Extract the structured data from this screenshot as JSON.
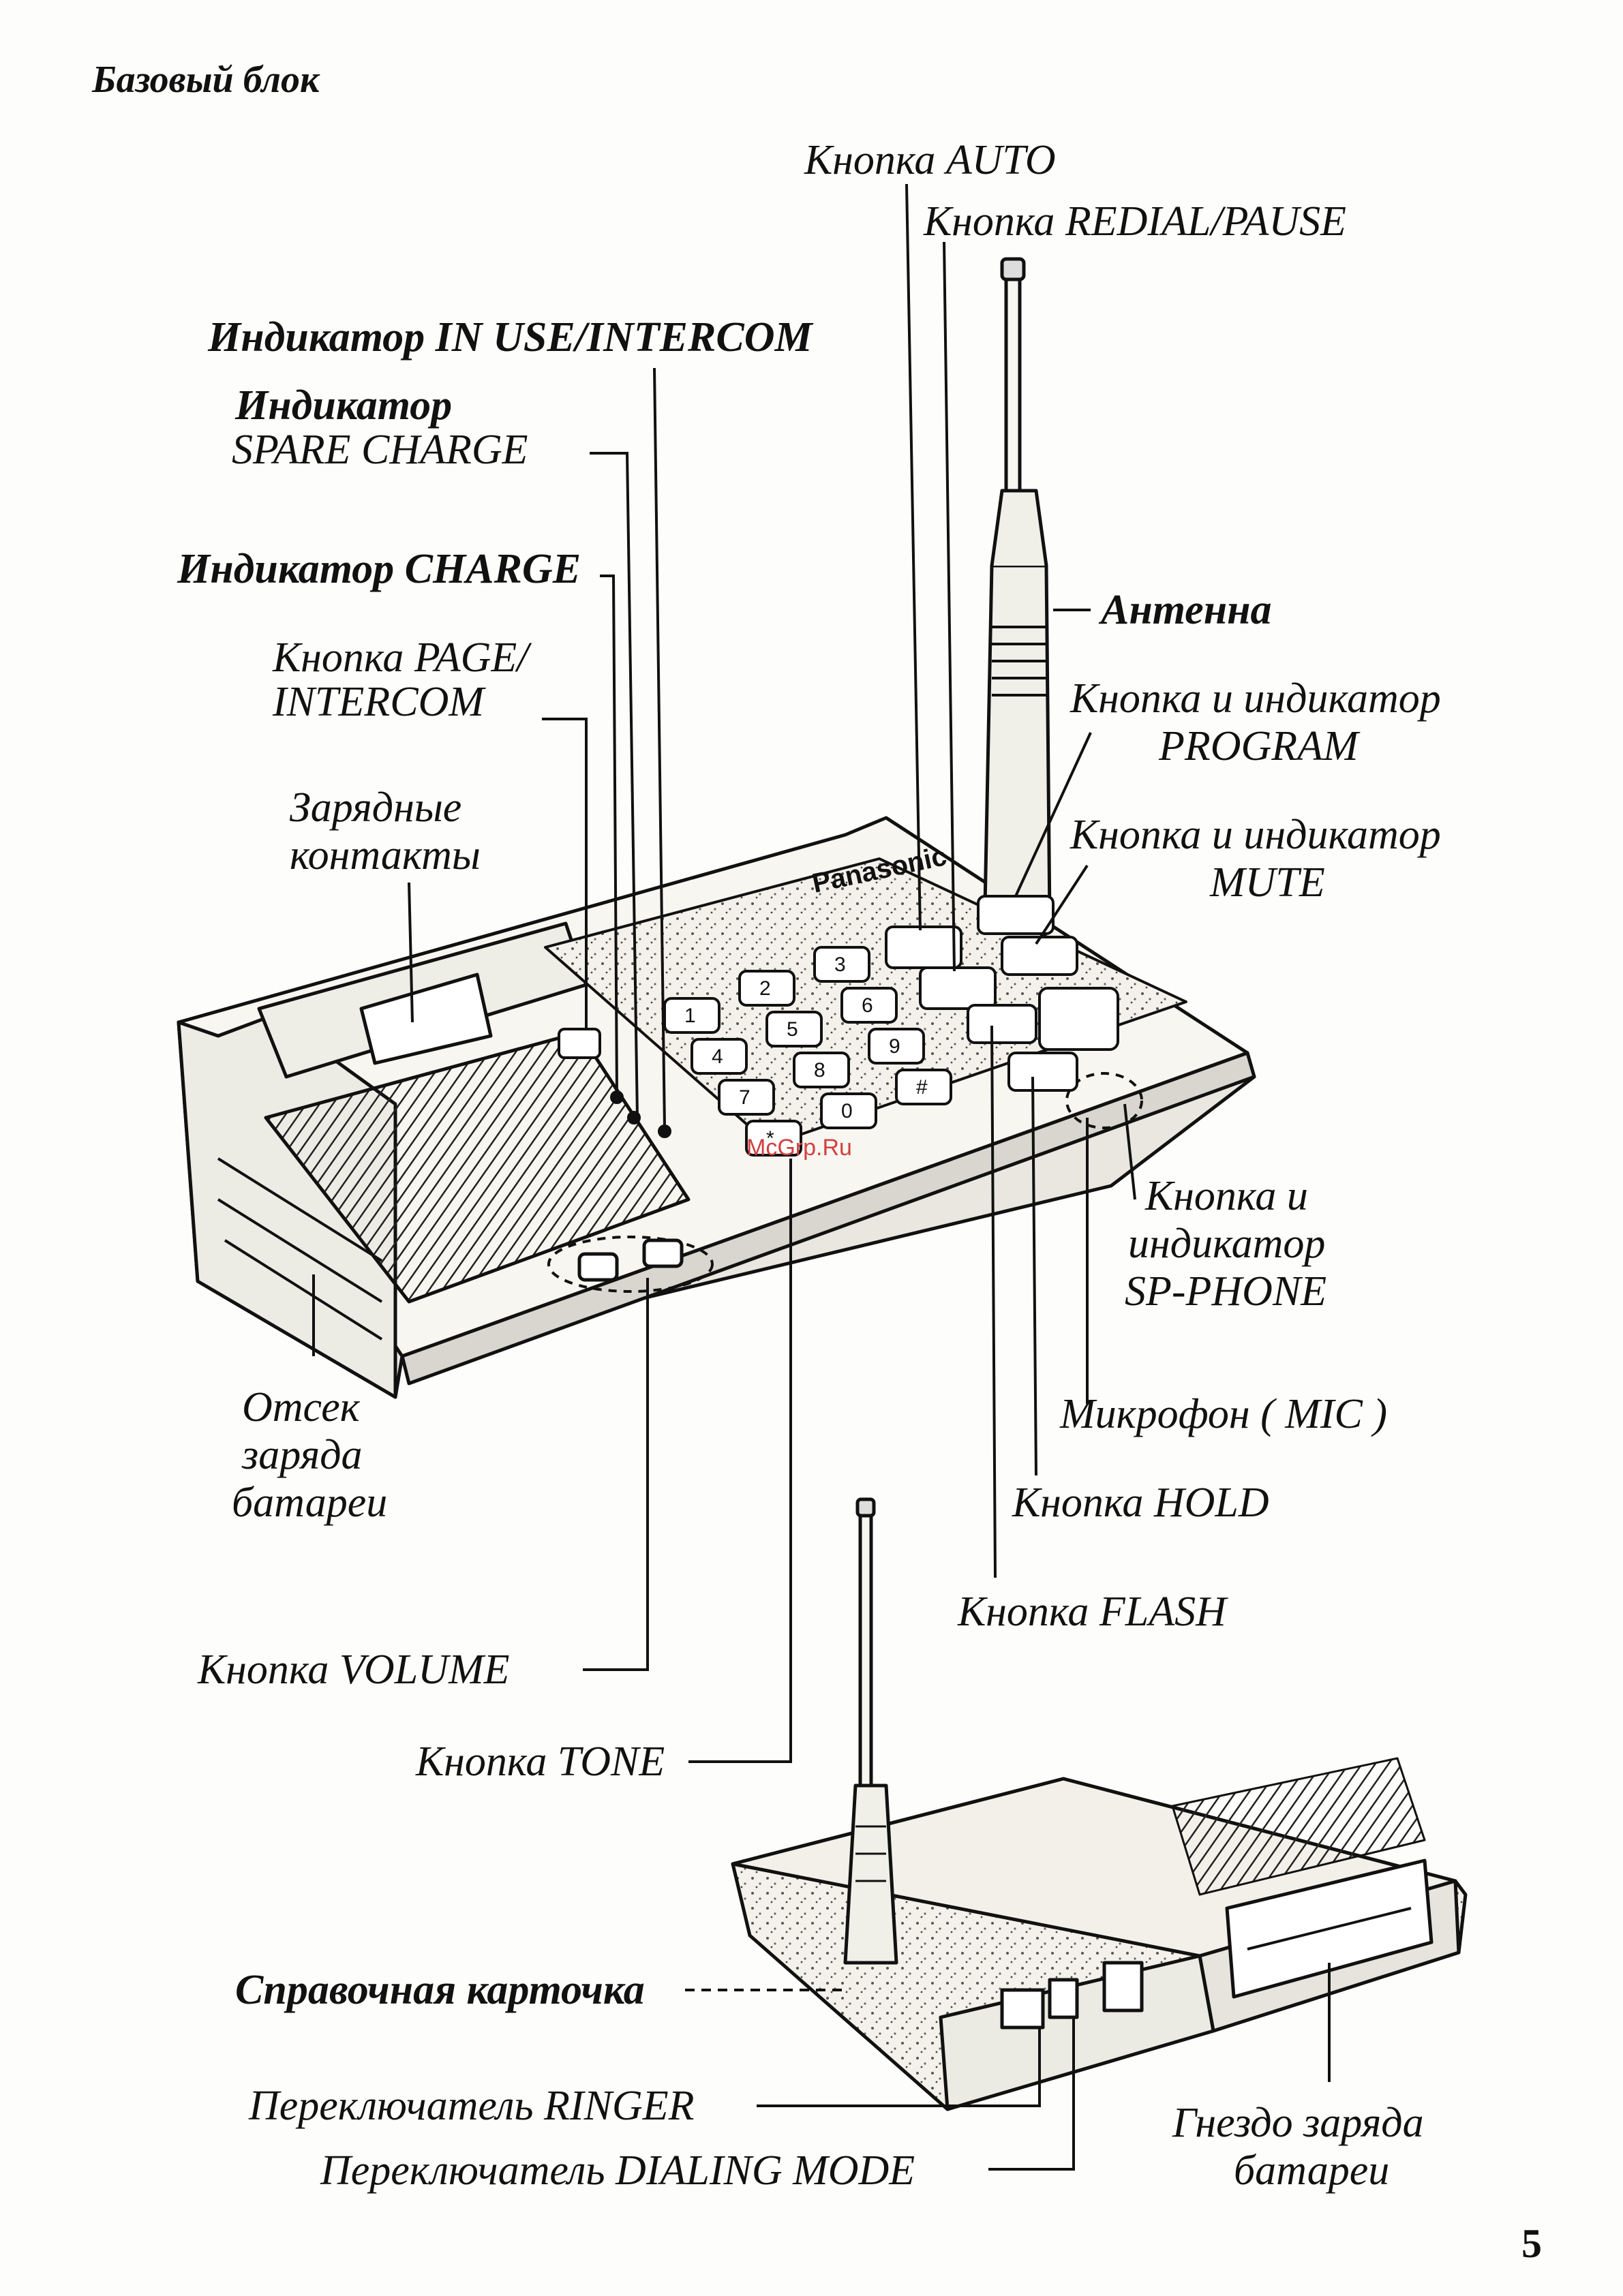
{
  "heading": "Базовый блок",
  "page_number": "5",
  "brand": "Panasonic",
  "watermark": "McGrp.Ru",
  "keypad": [
    "1",
    "2",
    "3",
    "4",
    "5",
    "6",
    "7",
    "8",
    "9",
    "*",
    "0",
    "#"
  ],
  "labels": {
    "auto": "Кнопка AUTO",
    "redial": "Кнопка REDIAL/PAUSE",
    "in_use": "Индикатор IN USE/INTERCOM",
    "spare_charge_1": "Индикатор",
    "spare_charge_2": "SPARE CHARGE",
    "charge": "Индикатор CHARGE",
    "page_1": "Кнопка PAGE/",
    "page_2": "INTERCOM",
    "contacts_1": "Зарядные",
    "contacts_2": "контакты",
    "antenna": "Антенна",
    "program_1": "Кнопка и индикатор",
    "program_2": "PROGRAM",
    "mute_1": "Кнопка и индикатор",
    "mute_2": "MUTE",
    "spphone_1": "Кнопка и",
    "spphone_2": "индикатор",
    "spphone_3": "SP-PHONE",
    "mic": "Микрофон ( MIC )",
    "hold": "Кнопка HOLD",
    "flash": "Кнопка FLASH",
    "bay_1": "Отсек",
    "bay_2": "заряда",
    "bay_3": "батареи",
    "volume": "Кнопка VOLUME",
    "tone": "Кнопка TONE",
    "card": "Справочная карточка",
    "ringer": "Переключатель RINGER",
    "dialing": "Переключатель DIALING MODE",
    "socket_1": "Гнездо заряда",
    "socket_2": "батареи"
  }
}
